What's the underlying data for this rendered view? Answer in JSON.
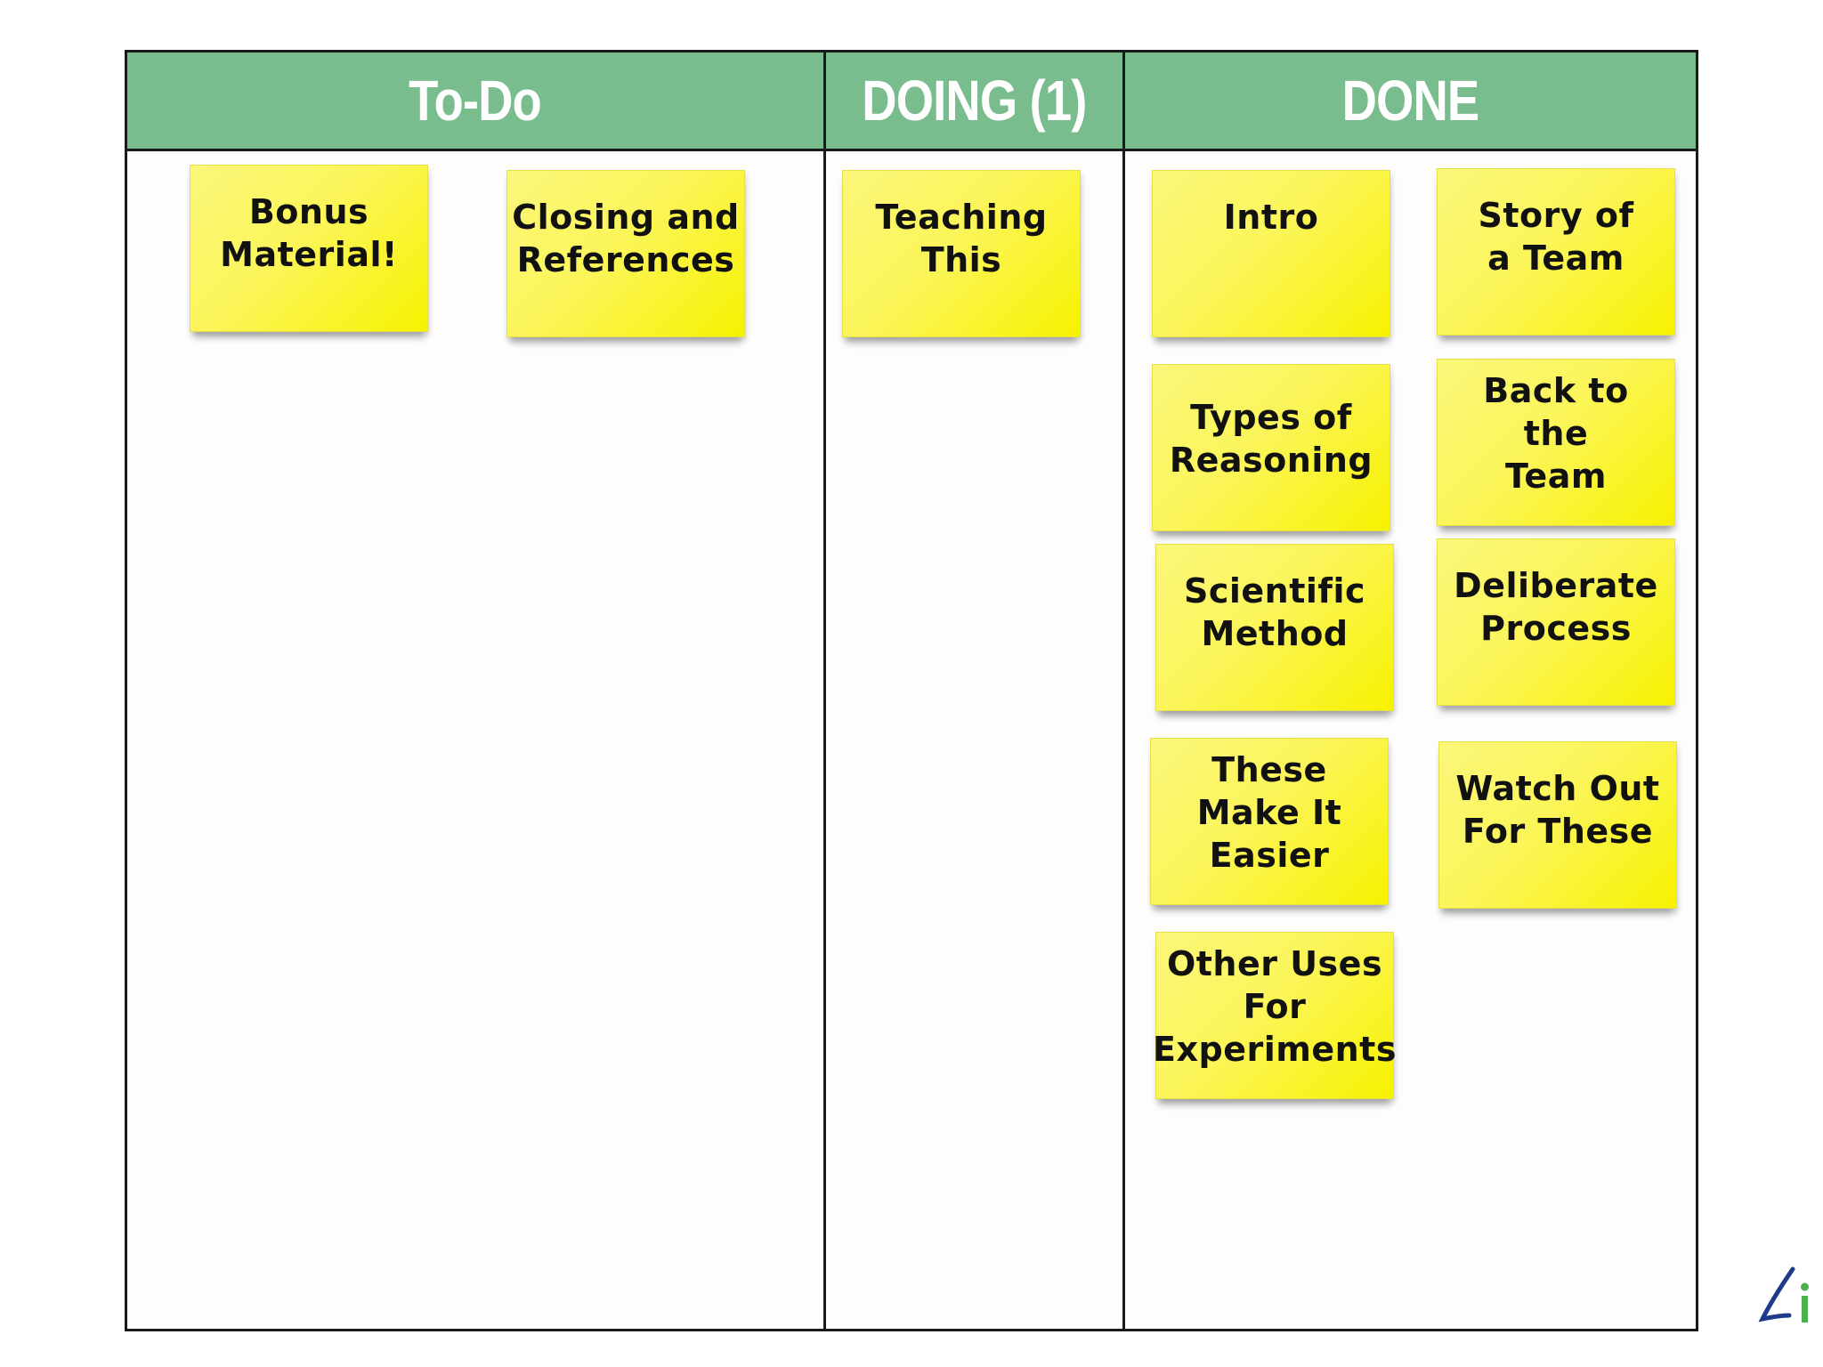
{
  "board": {
    "columns": [
      {
        "title": "To-Do",
        "cards": [
          "Bonus\nMaterial!",
          "Closing and\nReferences"
        ]
      },
      {
        "title": "DOING (1)",
        "cards": [
          "Teaching\nThis"
        ]
      },
      {
        "title": "DONE",
        "cards": [
          "Intro",
          "Story of\na Team",
          "Types of\nReasoning",
          "Back to\nthe\nTeam",
          "Scientific\nMethod",
          "Deliberate\nProcess",
          "These\nMake It\nEasier",
          "Watch Out\nFor These",
          "Other Uses\nFor\nExperiments"
        ]
      }
    ]
  },
  "colors": {
    "header_green": "#79bd8f",
    "sticky_yellow": "#fbf55a",
    "border": "#1a1a1a",
    "logo_blue": "#1f3a8a",
    "logo_green": "#4caf50"
  },
  "icons": {
    "corner_logo": "logo-icon"
  }
}
